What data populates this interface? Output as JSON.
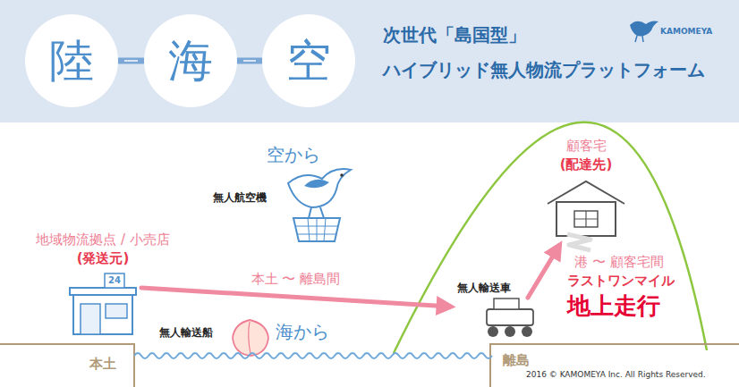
{
  "diagram": {
    "title": "次世代「島国型」 ハイブリッド無人物流プラットフォーム",
    "nodes": [
      {
        "text": [
          "陸"
        ]
      },
      {
        "text": [
          "海"
        ]
      },
      {
        "text": [
          "空"
        ]
      },
      {
        "text": [
          "地域物流拠点 / 小売店",
          "(発送元)"
        ]
      },
      {
        "text": [
          "無人輸送車"
        ]
      },
      {
        "text": [
          "顧客宅",
          "(配達先)"
        ]
      }
    ],
    "edges": [
      {
        "from": 0,
        "to": 1,
        "arrow": "none"
      },
      {
        "from": 1,
        "to": 2,
        "arrow": "none"
      },
      {
        "from": 3,
        "to": 4,
        "label": "本土 〜 離島間",
        "arrow": "to"
      },
      {
        "from": 4,
        "to": 5,
        "arrow": "to"
      }
    ],
    "labels": [
      "KAMOMEYA",
      "24",
      "空から",
      "無人航空機",
      "無人輸送船",
      "海から",
      "本土",
      "離島",
      "港 〜 顧客宅間",
      "ラストワンマイル",
      "地上走行",
      "2016 © KAMOMEYA Inc. All Rights Reserved."
    ]
  }
}
